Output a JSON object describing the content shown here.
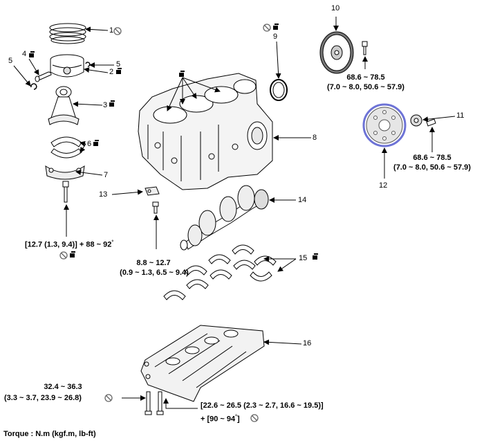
{
  "callouts": {
    "c1": "1",
    "c2": "2",
    "c3": "3",
    "c4": "4",
    "c5a": "5",
    "c5b": "5",
    "c6": "6",
    "c7": "7",
    "c8": "8",
    "c9": "9",
    "c10": "10",
    "c11": "11",
    "c12": "12",
    "c13": "13",
    "c14": "14",
    "c15": "15",
    "c16": "16"
  },
  "torque": {
    "flywheel_line1": "68.6 ~ 78.5",
    "flywheel_line2": "(7.0 ~ 8.0, 50.6 ~ 57.9)",
    "driveplate_line1": "68.6 ~ 78.5",
    "driveplate_line2": "(7.0 ~ 8.0, 50.6 ~ 57.9)",
    "conrod": "[12.7 (1.3, 9.4)] + 88 ~ 92",
    "oiljet_line1": "8.8 ~ 12.7",
    "oiljet_line2": "(0.9 ~ 1.3, 6.5 ~ 9.4)",
    "ladder_small_line1": "32.4 ~ 36.3",
    "ladder_small_line2": "(3.3 ~ 3.7, 23.9 ~ 26.8)",
    "ladder_big_line1": "[22.6 ~ 26.5 (2.3 ~ 2.7, 16.6 ~ 19.5)]",
    "ladder_big_line2": "+ [90 ~ 94",
    "degree": "°",
    "bracket_close": "]"
  },
  "footer": "Torque : N.m (kgf.m, lb-ft)",
  "symbols": {
    "no_reuse_icon": "prohibited-circle",
    "oil_icon": "oil-can",
    "accent_blue": "#6d73d6"
  }
}
